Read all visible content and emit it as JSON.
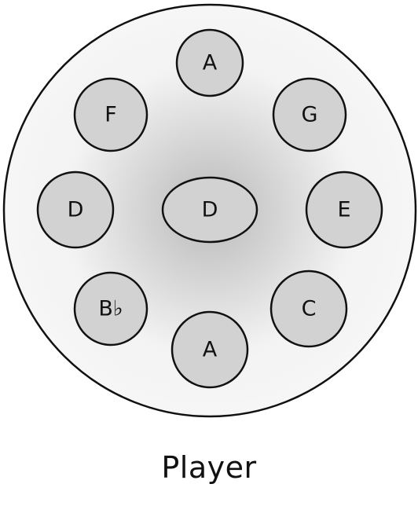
{
  "caption": "Player",
  "center_note": {
    "label": "D",
    "icon": "center-ding-note"
  },
  "ring_notes": [
    {
      "key": "top",
      "label": "A"
    },
    {
      "key": "upper-right",
      "label": "G"
    },
    {
      "key": "right",
      "label": "E"
    },
    {
      "key": "lower-right",
      "label": "C"
    },
    {
      "key": "bottom",
      "label": "A"
    },
    {
      "key": "lower-left",
      "label": "B♭"
    },
    {
      "key": "left",
      "label": "D"
    },
    {
      "key": "upper-left",
      "label": "F"
    }
  ],
  "colors": {
    "drum_outer": "#f4f4f4",
    "drum_inner_shadow": "#bdbdbd",
    "note_fill": "#d2d2d2",
    "stroke": "#111111"
  }
}
